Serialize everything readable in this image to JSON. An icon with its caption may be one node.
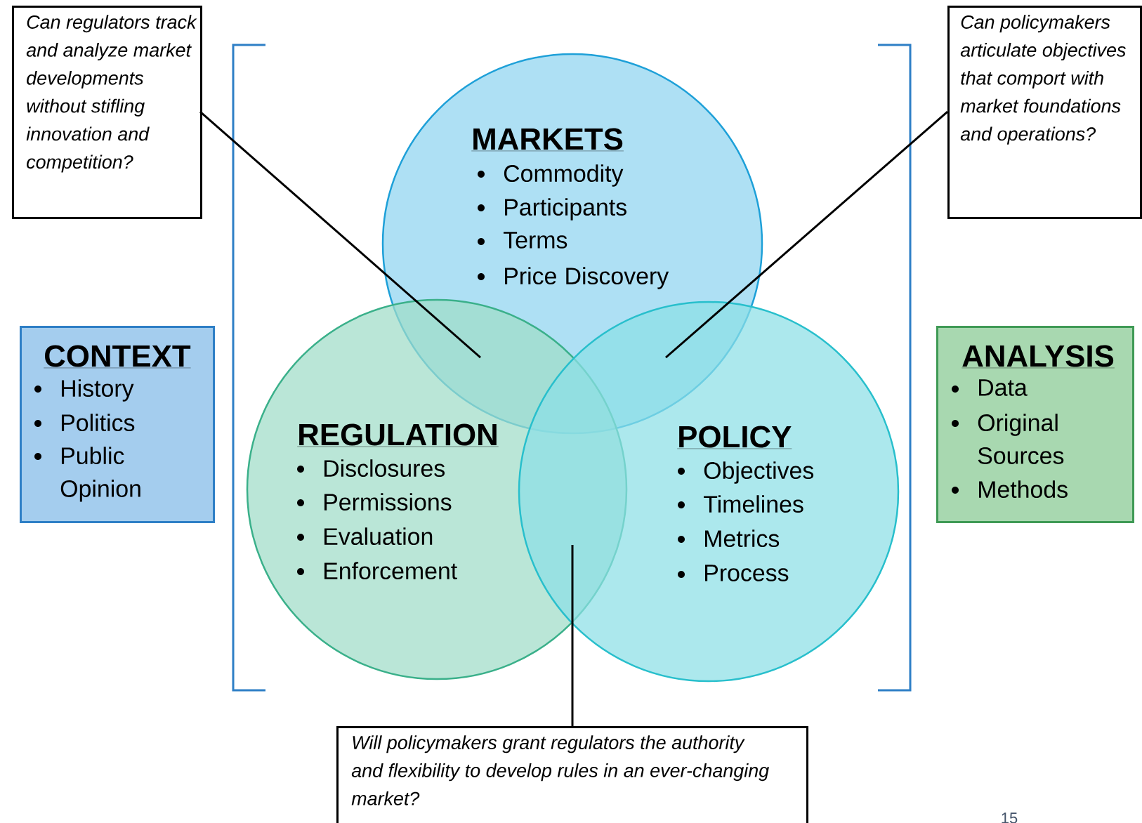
{
  "diagram": {
    "nodes": [
      {
        "text": [
          "Can regulators track and analyze market developments without stifling innovation and competition?"
        ]
      },
      {
        "text": [
          "Can policymakers articulate objectives that comport with market foundations and operations?"
        ]
      },
      {
        "text": [
          "CONTEXT",
          "History",
          "Politics",
          "Public Opinion"
        ]
      },
      {
        "text": [
          "MARKETS",
          "Commodity",
          "Participants",
          "Terms",
          "Price Discovery"
        ]
      },
      {
        "text": [
          "REGULATION",
          "Disclosures",
          "Permissions",
          "Evaluation",
          "Enforcement"
        ]
      },
      {
        "text": [
          "POLICY",
          "Objectives",
          "Timelines",
          "Metrics",
          "Process"
        ]
      },
      {
        "text": [
          "ANALYSIS",
          "Data",
          "Original Sources",
          "Methods"
        ]
      },
      {
        "text": [
          "Will policymakers grant regulators the authority and flexibility to develop rules in an ever-changing market?"
        ]
      }
    ],
    "edges": [
      {
        "from": 0,
        "to": 3,
        "arrow": "none"
      },
      {
        "from": 1,
        "to": 3,
        "arrow": "none"
      },
      {
        "from": 7,
        "to": 4,
        "arrow": "none"
      }
    ],
    "labels": [
      "15"
    ]
  }
}
